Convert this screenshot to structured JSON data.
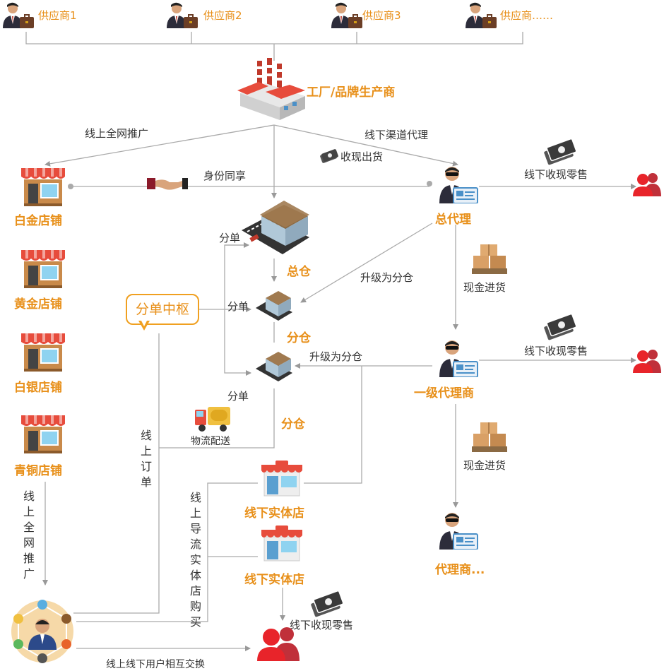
{
  "suppliers": [
    "供应商1",
    "供应商2",
    "供应商3",
    "供应商……"
  ],
  "factory": "工厂/品牌生产商",
  "stores": {
    "platinum": "白金店铺",
    "gold": "黄金店铺",
    "silver": "白银店铺",
    "bronze": "青铜店铺"
  },
  "warehouses": {
    "main": "总仓",
    "branch1": "分仓",
    "branch2": "分仓"
  },
  "agents": {
    "general": "总代理",
    "level1": "一级代理商",
    "more": "代理商..."
  },
  "hub": "分单中枢",
  "offline_store": "线下实体店",
  "edges": {
    "online_promo": "线上全网推广",
    "offline_channel": "线下渠道代理",
    "cash_shipment": "收现出货",
    "identity_share": "身份同享",
    "offline_cash_retail": "线下收现零售",
    "split_order": "分单",
    "upgrade_branch": "升级为分仓",
    "cash_purchase": "现金进货",
    "logistics": "物流配送",
    "online_order": "线上订单",
    "online_promo_v": "线上全网推广",
    "online_guide": "线上导流实体店购买",
    "user_exchange": "线上线下用户相互交换"
  },
  "colors": {
    "accent": "#e8901a",
    "red": "#e8242a",
    "line": "#aaaaaa"
  }
}
